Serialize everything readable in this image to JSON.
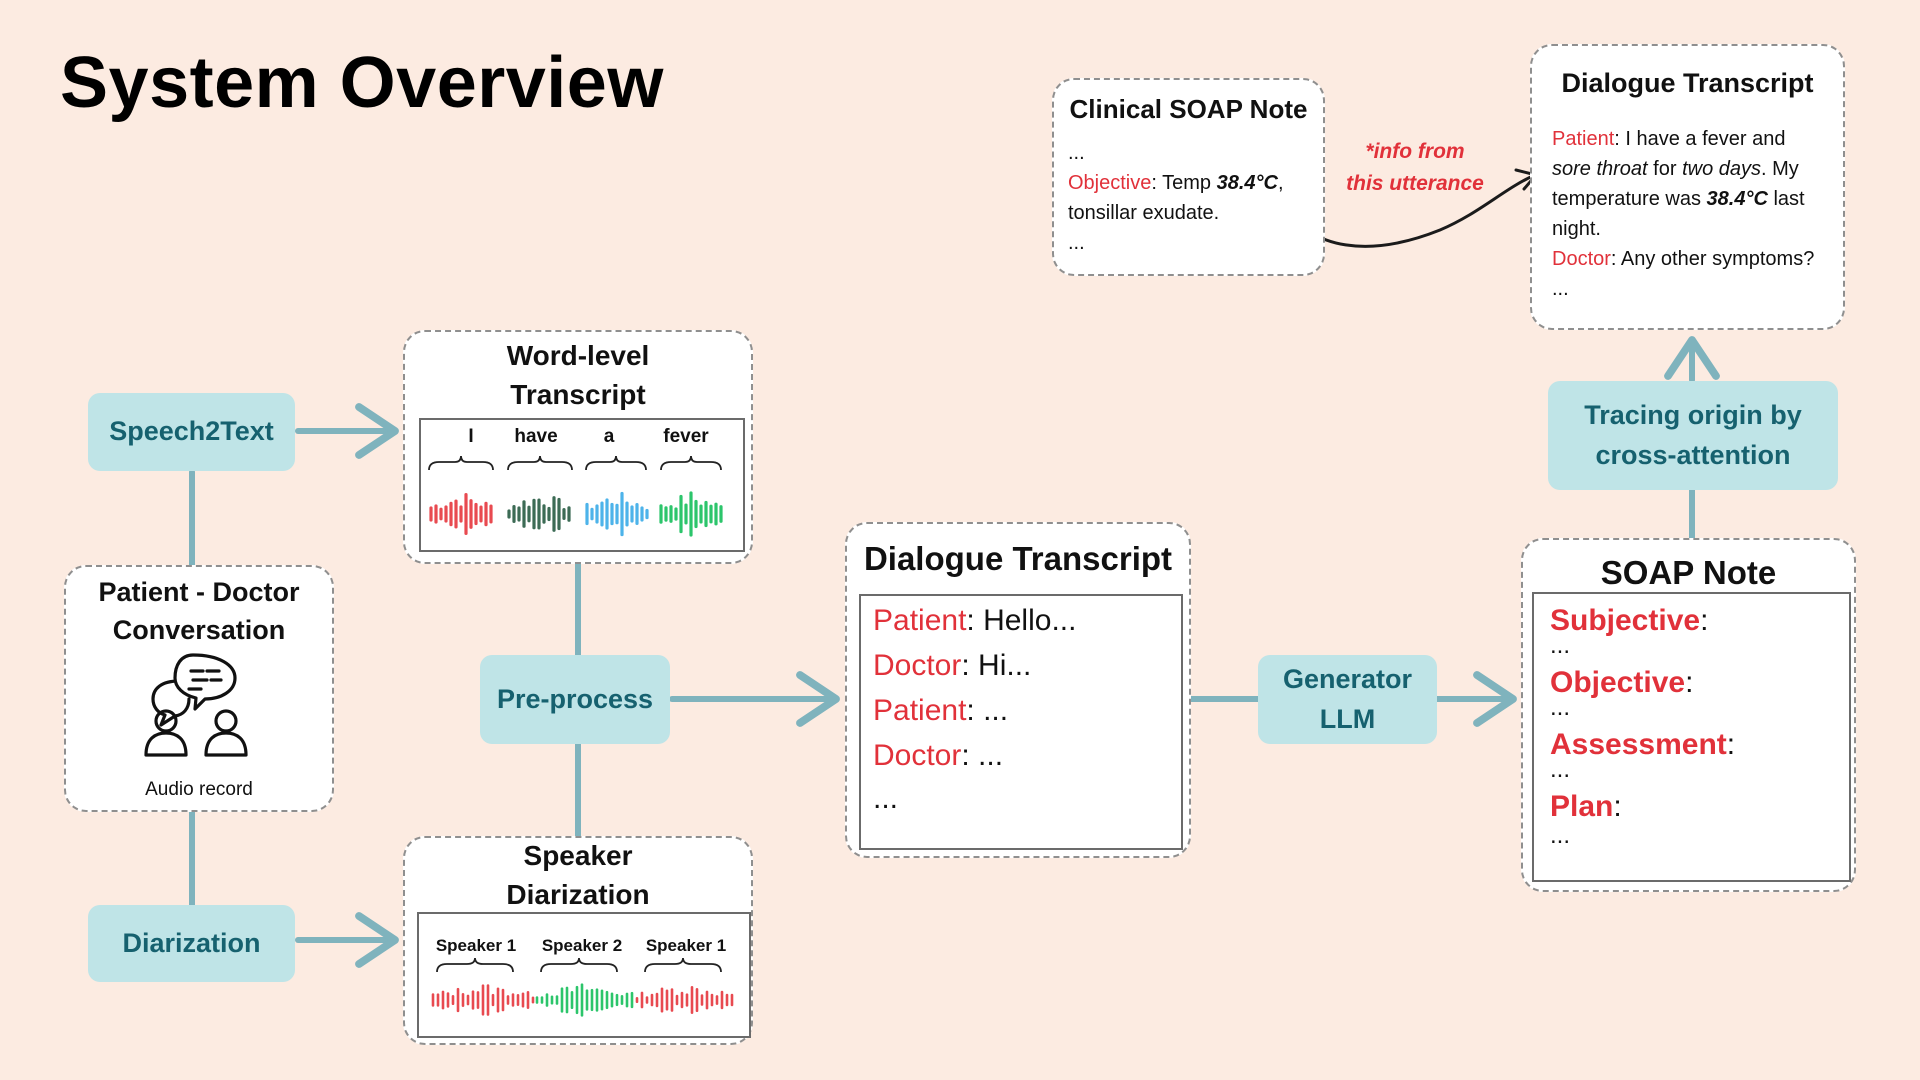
{
  "title": "System Overview",
  "colors": {
    "background": "#fcebe1",
    "pill": "#bfe4e7",
    "pill_text": "#16616f",
    "connector": "#7fb3bd",
    "speaker_red": "#e1313a",
    "wave_red": "#e84a50",
    "wave_dark_green": "#3c6b55",
    "wave_blue": "#4db3ea",
    "wave_green": "#2cc56b"
  },
  "conversation": {
    "title_line1": "Patient - Doctor",
    "title_line2": "Conversation",
    "caption": "Audio record",
    "icon": "chat-bubble-people-icon"
  },
  "speech2text": "Speech2Text",
  "diarization": "Diarization",
  "preprocess": "Pre-process",
  "word_transcript": {
    "title_line1": "Word-level",
    "title_line2": "Transcript",
    "words": [
      "I",
      "have",
      "a",
      "fever"
    ]
  },
  "speaker_diarization": {
    "title_line1": "Speaker",
    "title_line2": "Diarization",
    "speakers": [
      "Speaker 1",
      "Speaker 2",
      "Speaker 1"
    ]
  },
  "dialogue_main": {
    "title": "Dialogue Transcript",
    "lines": [
      {
        "speaker": "Patient",
        "text": ": Hello..."
      },
      {
        "speaker": "Doctor",
        "text": ": Hi..."
      },
      {
        "speaker": "Patient",
        "text": ": ..."
      },
      {
        "speaker": "Doctor",
        "text": ": ..."
      }
    ],
    "tail": "..."
  },
  "generator": {
    "line1": "Generator",
    "line2": "LLM"
  },
  "soap_note": {
    "title": "SOAP Note",
    "sections": [
      "Subjective",
      "Objective",
      "Assessment",
      "Plan"
    ],
    "ellipsis": "..."
  },
  "tracing": {
    "line1": "Tracing origin by",
    "line2": "cross-attention"
  },
  "clinical_soap": {
    "title": "Clinical SOAP Note",
    "line_top": "...",
    "label": "Objective",
    "temp_prefix": ": Temp ",
    "temp_value": "38.4°C",
    "temp_suffix": ",",
    "line2": "tonsillar exudate.",
    "line_bottom": "..."
  },
  "annotation": {
    "line1": "*info from",
    "line2": "this utterance"
  },
  "dialogue_top": {
    "title": "Dialogue Transcript",
    "patient_label": "Patient",
    "p1": ": I have a fever and",
    "p2_em": "sore throat",
    "p2_mid": " for ",
    "p2_em2": "two days",
    "p2_end": ". My",
    "p3_pre": "temperature was ",
    "p3_val": "38.4°C",
    "p3_post": " last",
    "p4": "night.",
    "doctor_label": "Doctor",
    "d1": ": Any other symptoms?",
    "tail": "..."
  }
}
